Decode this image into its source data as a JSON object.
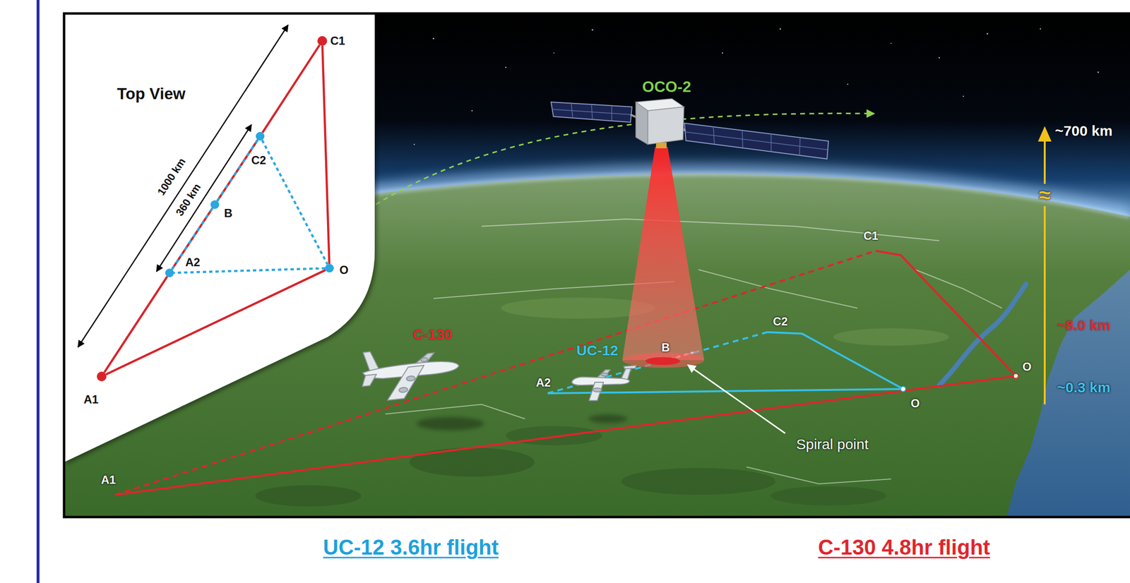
{
  "diagram": {
    "nodes": [
      {
        "text": [
          "C1"
        ]
      },
      {
        "text": [
          "C2"
        ]
      },
      {
        "text": [
          "B"
        ]
      },
      {
        "text": [
          "A2"
        ]
      },
      {
        "text": [
          "O"
        ]
      },
      {
        "text": [
          "A1"
        ]
      }
    ],
    "edges": [
      {
        "from": 5,
        "to": 3,
        "arrow": "none"
      },
      {
        "from": 3,
        "to": 2,
        "arrow": "none"
      },
      {
        "from": 2,
        "to": 1,
        "arrow": "none"
      },
      {
        "from": 1,
        "to": 0,
        "arrow": "none"
      },
      {
        "from": 0,
        "to": 4,
        "arrow": "none"
      },
      {
        "from": 4,
        "to": 5,
        "arrow": "none"
      },
      {
        "from": 1,
        "to": 4,
        "arrow": "none"
      },
      {
        "from": 4,
        "to": 3,
        "arrow": "none"
      }
    ],
    "labels": [
      "Top View",
      "1000 km",
      "360 km",
      "OCO-2",
      "~700 km",
      "≈",
      "C1",
      "~8.0 km",
      "C-130",
      "UC-12",
      "C2",
      "B",
      "O",
      "A2",
      "O",
      "~0.3 km",
      "Spiral point",
      "A1",
      "UC-12 3.6hr flight",
      "C-130 4.8hr flight"
    ]
  }
}
